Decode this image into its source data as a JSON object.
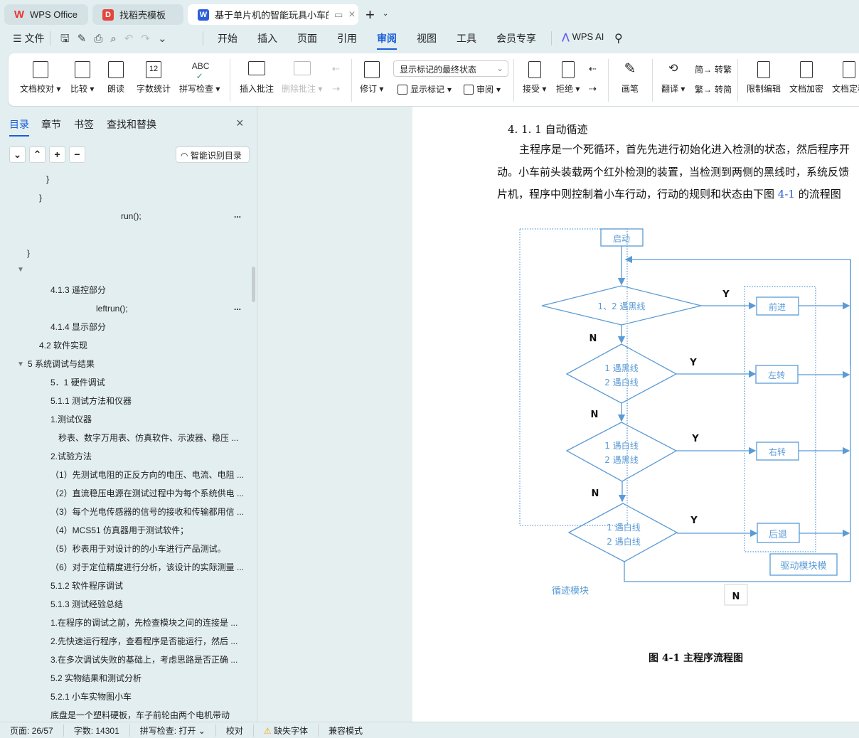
{
  "tabs": [
    {
      "label": "WPS Office"
    },
    {
      "label": "找稻壳模板"
    },
    {
      "label": "基于单片机的智能玩具小车的设"
    }
  ],
  "menu": {
    "file": "文件",
    "items": [
      "开始",
      "插入",
      "页面",
      "引用",
      "审阅",
      "视图",
      "工具",
      "会员专享"
    ],
    "ai": "WPS AI"
  },
  "ribbon": {
    "proofread": "文档校对",
    "compare": "比较",
    "read_aloud": "朗读",
    "word_count": "字数统计",
    "spell_check": "拼写检查",
    "insert_comment": "插入批注",
    "delete_comment": "删除批注",
    "track": "修订",
    "markup_select": "显示标记的最终状态",
    "show_markup": "显示标记",
    "review": "审阅",
    "accept": "接受",
    "reject": "拒绝",
    "pen": "画笔",
    "translate": "翻译",
    "to_trad": "转繁",
    "to_simp": "转简",
    "restrict": "限制编辑",
    "encrypt": "文档加密",
    "finalize": "文档定稿",
    "icon_abc": "ABC",
    "icon_12": "12"
  },
  "sidebar": {
    "tabs": [
      "目录",
      "章节",
      "书签",
      "查找和替换"
    ],
    "smart_toc": "智能识别目录",
    "items": [
      "}",
      "}",
      "run();",
      "}",
      "4.1.3 遥控部分",
      "leftrun();",
      "4.1.4  显示部分",
      "4.2  软件实现",
      "5  系统调试与结果",
      "5．1  硬件调试",
      "5.1.1 测试方法和仪器",
      "1.测试仪器",
      "秒表、数字万用表、仿真软件、示波器、稳压 ...",
      "2.试验方法",
      "（1）先测试电阻的正反方向的电压、电流、电阻 ...",
      "（2）直流稳压电源在测试过程中为每个系统供电 ...",
      "（3）每个光电传感器的信号的接收和传输都用信 ...",
      "（4）MCS51 仿真器用于测试软件；",
      "（5）秒表用于对设计的的小车进行产品测试。",
      "（6）对于定位精度进行分析，该设计的实际测量 ...",
      "5.1.2  软件程序调试",
      "5.1.3  测试经验总结",
      "1.在程序的调试之前，先检查模块之间的连接是 ...",
      "2.先快速运行程序，查看程序是否能运行，然后 ...",
      "3.在多次调试失败的基础上，考虑思路是否正确 ...",
      "5.2  实物结果和测试分析",
      "5.2.1  小车实物图小车",
      "底盘是一个塑料硬板，车子前轮由两个电机带动"
    ],
    "more": "..."
  },
  "document": {
    "heading": "4. 1. 1 自动循迹",
    "para": [
      "主程序是一个死循环，首先先进行初始化进入检测的状态，然后程序开",
      "动。小车前头装载两个红外检测的装置，当检测到两侧的黑线时，系统反馈",
      "片机，程序中则控制着小车行动，行动的规则和状态由下图 "
    ],
    "fig_ref": "4-1",
    "para_tail": " 的流程图",
    "flowchart": {
      "start": "启动",
      "d1": "1、2 遇黑线",
      "d2": [
        "1 遇黑线",
        "2 遇白线"
      ],
      "d3": [
        "1 遇白线",
        "2 遇黑线"
      ],
      "d4": [
        "1 遇白线",
        "2 遇白线"
      ],
      "actions": [
        "前进",
        "左转",
        "右转",
        "后退"
      ],
      "yes": "Y",
      "no": "N",
      "module_track": "循迹模块",
      "module_drive": "驱动模块模",
      "color": "#5b9bd5"
    },
    "caption": "图 4-1  主程序流程图"
  },
  "status": {
    "page": "页面: 26/57",
    "words": "字数: 14301",
    "spell": "拼写检查: 打开",
    "proof": "校对",
    "missing_font": "缺失字体",
    "compat": "兼容模式"
  }
}
